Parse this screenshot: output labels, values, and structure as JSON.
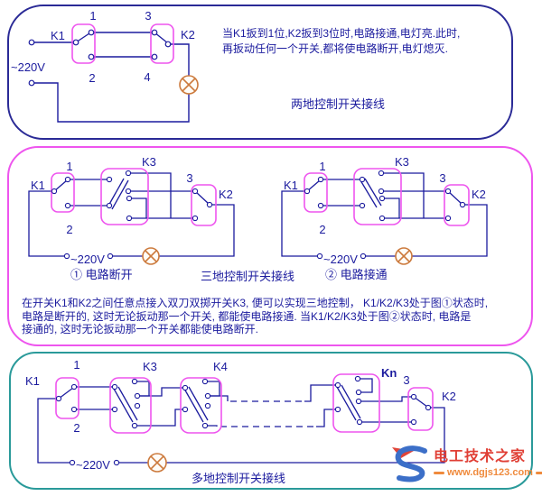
{
  "colors": {
    "wire": "#1b1b9e",
    "switch_box": "#ee55ee",
    "text": "#1b1b9e",
    "panel_top_border": "#2a2a96",
    "panel_mid_border": "#ee55ee",
    "panel_bottom_border": "#2a9a9a",
    "lamp": "#cc7a3d",
    "watermark_red": "#e03f35",
    "watermark_orange": "#ef8a3c",
    "watermark_blue": "#3c6fc8"
  },
  "two_way_panel": {
    "note_lines": [
      "当K1扳到1位,K2扳到3位时,电路接通,电灯亮.此时,",
      "再扳动任何一个开关,都将使电路断开,电灯熄灭."
    ],
    "caption": "两地控制开关接线",
    "diagram": {
      "k1_label": "K1",
      "k2_label": "K2",
      "terminal_1": "1",
      "terminal_2": "2",
      "terminal_3": "3",
      "terminal_4": "4",
      "voltage_label": "~220V"
    }
  },
  "three_way_panel": {
    "caption": "三地控制开关接线",
    "fig1": {
      "caption": "① 电路断开",
      "k1_label": "K1",
      "k2_label": "K2",
      "k3_label": "K3",
      "terminal_1": "1",
      "terminal_2": "2",
      "terminal_3": "3",
      "voltage_label": "~220V"
    },
    "fig2": {
      "caption": "② 电路接通",
      "k1_label": "K1",
      "k2_label": "K2",
      "k3_label": "K3",
      "terminal_1": "1",
      "terminal_2": "2",
      "terminal_3": "3",
      "voltage_label": "~220V"
    },
    "description_lines": [
      "在开关K1和K2之间任意点接入双刀双掷开关K3, 便可以实现三地控制， K1/K2/K3处于图①状态时,",
      "电路是断开的, 这时无论扳动那一个开关, 都能使电路接通. 当K1/K2/K3处于图②状态时, 电路是",
      "接通的, 这时无论扳动那一个开关都能使电路断开."
    ]
  },
  "multi_way_panel": {
    "caption": "多地控制开关接线",
    "diagram": {
      "k1_label": "K1",
      "k2_label": "K2",
      "k3_label": "K3",
      "k4_label": "K4",
      "kn_label": "Kn",
      "terminal_1": "1",
      "terminal_2": "2",
      "terminal_3": "3",
      "voltage_label": "~220V"
    }
  },
  "watermark": {
    "site_name": "电工技术之家",
    "site_url": "www.dgjs123.com"
  }
}
